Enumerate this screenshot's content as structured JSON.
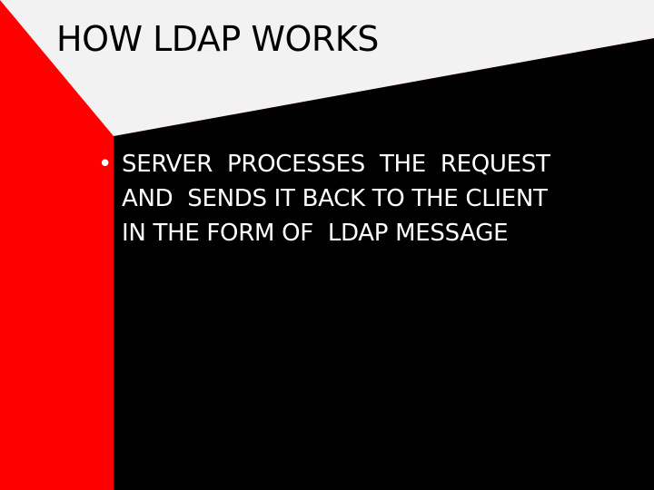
{
  "slide": {
    "title": "HOW LDAP WORKS",
    "bullets": [
      {
        "marker": "•",
        "lines": [
          "SERVER  PROCESSES  THE  REQUEST",
          "AND  SENDS IT BACK TO THE CLIENT",
          "IN THE FORM OF  LDAP MESSAGE"
        ]
      }
    ]
  },
  "colors": {
    "background": "#000000",
    "header_band": "#F2F2F2",
    "accent_red": "#FF0000",
    "title_text": "#000000",
    "body_text": "#FFFFFF"
  }
}
